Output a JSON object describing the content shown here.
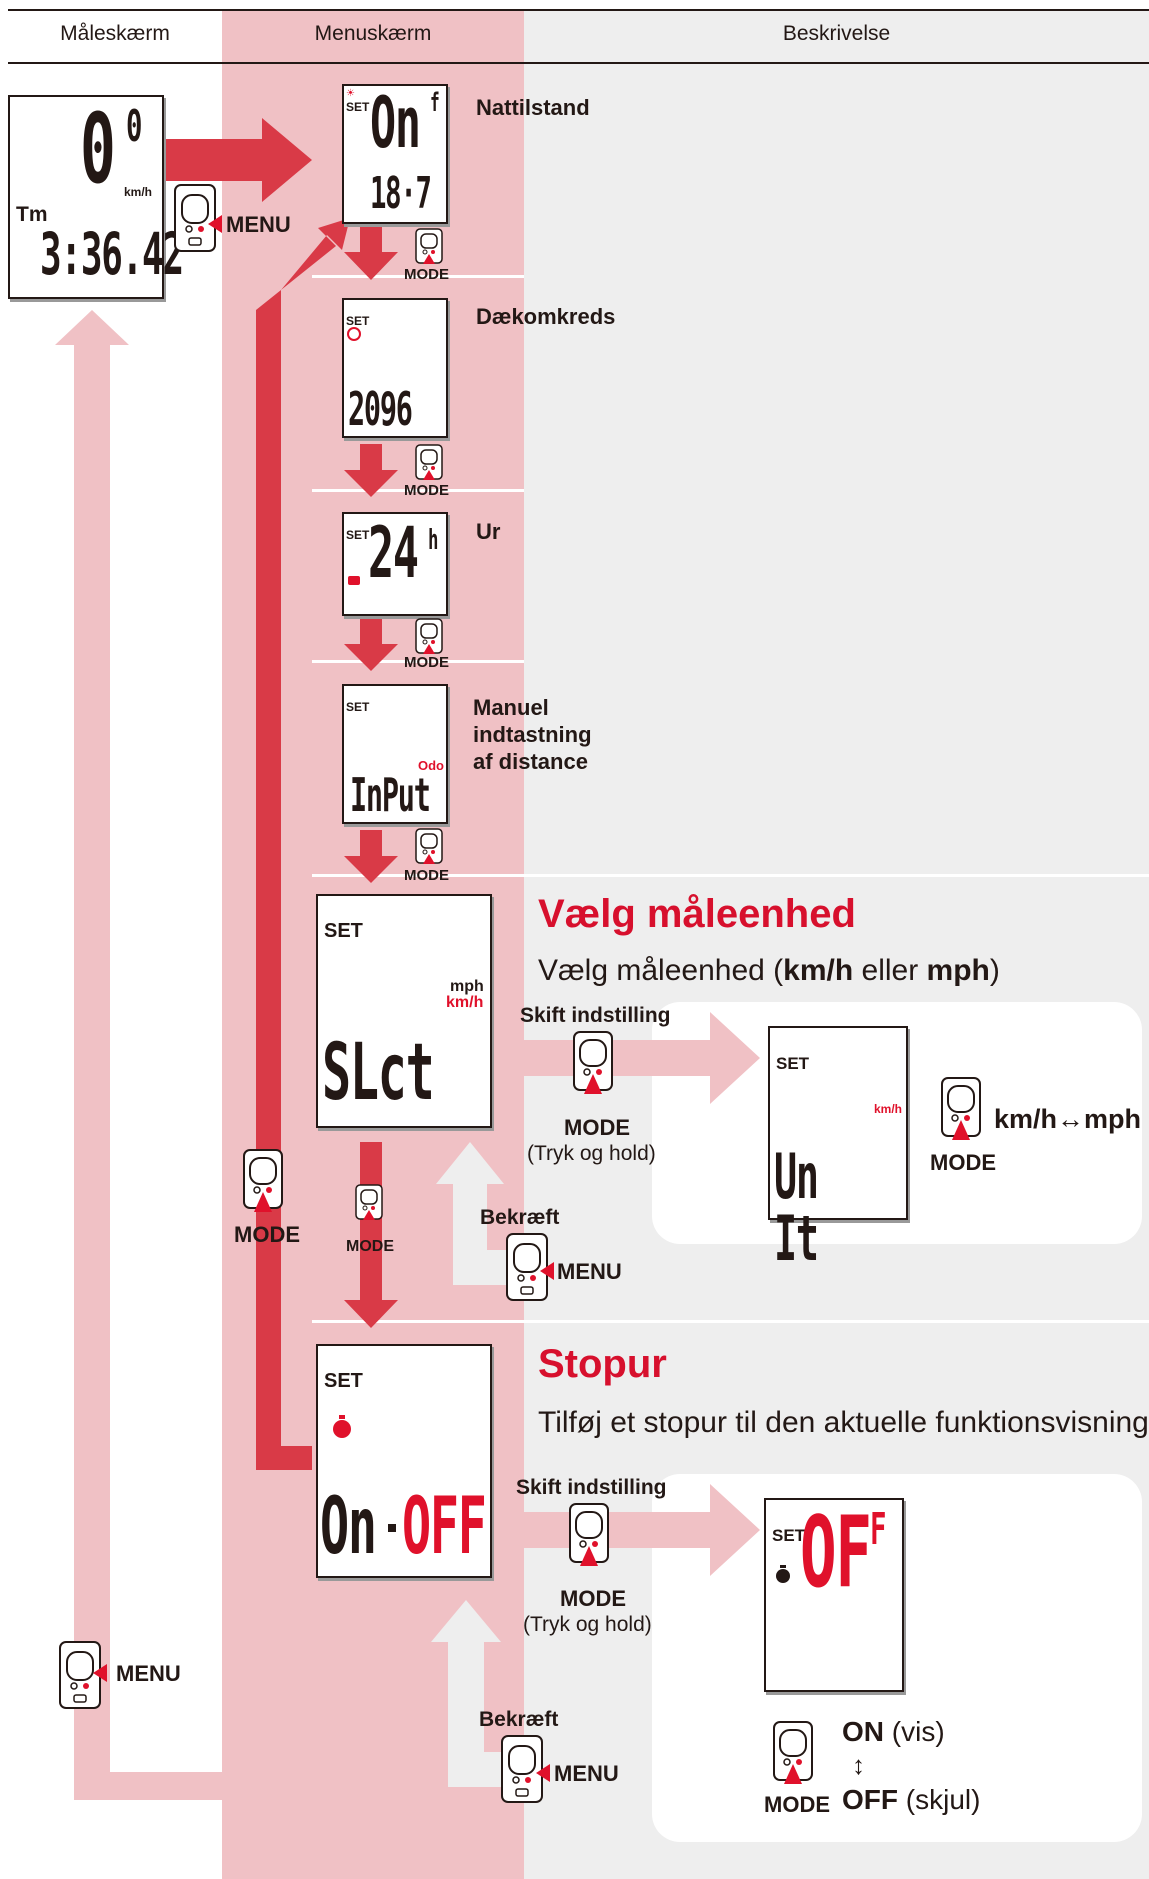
{
  "headers": {
    "col1": "Måleskærm",
    "col2": "Menuskærm",
    "col3": "Beskrivelse"
  },
  "measure_screen": {
    "speed": "0",
    "speed_decimal": "0",
    "speed_unit": "km/h",
    "trip_label": "Tm",
    "trip_time": "3:36.42"
  },
  "buttons": {
    "menu": "MENU",
    "mode": "MODE"
  },
  "menu_items": [
    {
      "title": "Nattilstand",
      "display_top": "On",
      "display_top_suffix": "f",
      "display_bottom": "18·7",
      "set": "SET"
    },
    {
      "title": "Dækomkreds",
      "display_bottom": "2096",
      "set": "SET"
    },
    {
      "title": "Ur",
      "display_top": "24",
      "display_top_suffix": "h",
      "set": "SET"
    },
    {
      "title_lines": [
        "Manuel",
        "indtastning",
        "af distance"
      ],
      "display_bottom": "InPut",
      "indicator": "Odo",
      "set": "SET"
    }
  ],
  "unit_section": {
    "title": "Vælg måleenhed",
    "desc_prefix": "Vælg måleenhed (",
    "desc_kmh": "km/h",
    "desc_mid": " eller ",
    "desc_mph": "mph",
    "desc_suffix": ")",
    "lcd_set": "SET",
    "lcd_mph": "mph",
    "lcd_kmh": "km/h",
    "lcd_text": "SLct",
    "change_label": "Skift indstilling",
    "mode_label": "MODE",
    "hold_label": "(Tryk og hold)",
    "confirm_label": "Bekræft",
    "menu_label": "MENU",
    "result_set": "SET",
    "result_unit": "km/h",
    "result_text": "Un It",
    "toggle_text": "km/h↔mph",
    "toggle_mode": "MODE"
  },
  "stopwatch_section": {
    "title": "Stopur",
    "desc": "Tilføj et stopur til den aktuelle funktionsvisning.",
    "lcd_set": "SET",
    "lcd_text_on": "On",
    "lcd_text_off": "OFF",
    "change_label": "Skift indstilling",
    "mode_label": "MODE",
    "hold_label": "(Tryk og hold)",
    "confirm_label": "Bekræft",
    "menu_label": "MENU",
    "result_set": "SET",
    "result_text": "OF",
    "result_suffix": "F",
    "on_label": "ON",
    "on_note": "(vis)",
    "off_label": "OFF",
    "off_note": "(skjul)",
    "toggle_mode": "MODE",
    "arrow_updown": "↕"
  },
  "colors": {
    "accent_red": "#d7102d",
    "arrow_pink": "#f0c1c5",
    "arrow_red": "#d93a47",
    "menu_column": "#f0c1c5",
    "desc_column": "#eeeeee"
  }
}
